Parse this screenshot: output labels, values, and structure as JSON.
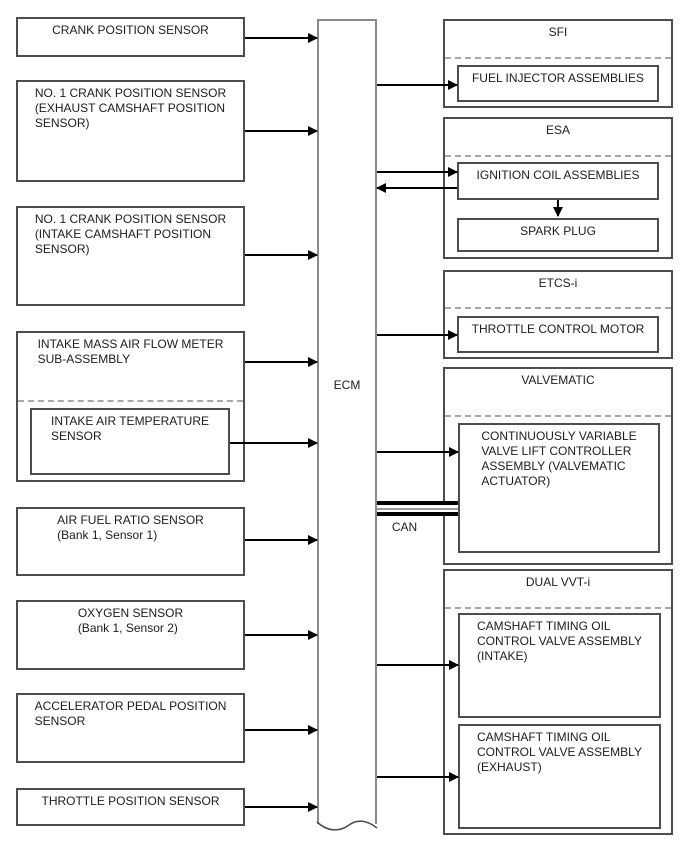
{
  "ecm": {
    "label": "ECM"
  },
  "can": {
    "label": "CAN"
  },
  "sensors": [
    {
      "label": "CRANK POSITION SENSOR"
    },
    {
      "label": "NO. 1 CRANK POSITION SENSOR\n(EXHAUST CAMSHAFT POSITION\nSENSOR)"
    },
    {
      "label": "NO. 1 CRANK POSITION SENSOR\n(INTAKE CAMSHAFT POSITION\nSENSOR)"
    },
    {
      "label": "INTAKE MASS AIR FLOW METER\nSUB-ASSEMBLY",
      "nested": {
        "label": "INTAKE AIR TEMPERATURE\nSENSOR"
      }
    },
    {
      "label": "AIR FUEL RATIO SENSOR\n(Bank 1, Sensor 1)"
    },
    {
      "label": "OXYGEN SENSOR\n(Bank 1, Sensor 2)"
    },
    {
      "label": "ACCELERATOR PEDAL POSITION\nSENSOR"
    },
    {
      "label": "THROTTLE POSITION SENSOR"
    }
  ],
  "systems": [
    {
      "title": "SFI",
      "components": [
        {
          "label": "FUEL INJECTOR ASSEMBLIES"
        }
      ]
    },
    {
      "title": "ESA",
      "components": [
        {
          "label": "IGNITION COIL ASSEMBLIES"
        },
        {
          "label": "SPARK PLUG"
        }
      ]
    },
    {
      "title": "ETCS-i",
      "components": [
        {
          "label": "THROTTLE CONTROL MOTOR"
        }
      ]
    },
    {
      "title": "VALVEMATIC",
      "components": [
        {
          "label": "CONTINUOUSLY VARIABLE\nVALVE LIFT CONTROLLER\nASSEMBLY (VALVEMATIC\nACTUATOR)"
        }
      ]
    },
    {
      "title": "DUAL VVT-i",
      "components": [
        {
          "label": "CAMSHAFT TIMING OIL\nCONTROL VALVE ASSEMBLY\n(INTAKE)"
        },
        {
          "label": "CAMSHAFT TIMING OIL\nCONTROL VALVE ASSEMBLY\n(EXHAUST)"
        }
      ]
    }
  ],
  "colors": {
    "background": "#ffffff",
    "box_border": "#4d4d4d",
    "ecm_bar_border": "#8a8a8a",
    "arrow": "#000000",
    "dashed_divider": "#a8a8a8",
    "text": "#1c1c1c"
  }
}
